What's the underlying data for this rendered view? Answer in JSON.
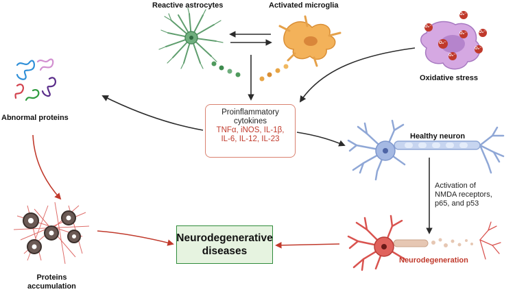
{
  "labels": {
    "reactive_astrocytes": "Reactive astrocytes",
    "activated_microglia": "Activated microglia",
    "oxidative_stress": "Oxidative stress",
    "abnormal_proteins": "Abnormal proteins",
    "healthy_neuron": "Healthy neuron",
    "proteins_accumulation_line1": "Proteins",
    "proteins_accumulation_line2": "accumulation",
    "neurodegeneration": "Neurodegeneration"
  },
  "cytokine_box": {
    "line1": "Proinflammatory",
    "line2": "cytokines",
    "line3": "TNFα, iNOS, IL-1β,",
    "line4": "IL-6, IL-12, IL-23"
  },
  "central_box": {
    "line1": "Neurodegenerative",
    "line2": "diseases"
  },
  "pathway_label": {
    "line1": "Activation of",
    "line2": "NMDA receptors,",
    "line3": "p65, and p53"
  },
  "ros_label": "O₂⁻",
  "colors": {
    "astrocyte": "#5f9e6e",
    "microglia": "#f3b25a",
    "oxidative": "#c89ad8",
    "neuron_healthy": "#8fa7d6",
    "neuron_degen": "#d9534f",
    "arrow_dark": "#2b2b2b",
    "arrow_red": "#c0392b",
    "box_border_cyto": "#d9806f",
    "box_border_green": "#2e8b3a",
    "box_fill_green": "#e6f3e0"
  }
}
